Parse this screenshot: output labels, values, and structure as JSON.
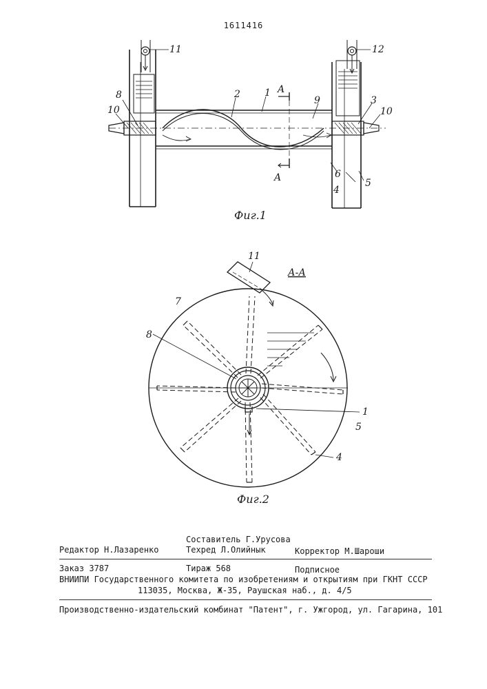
{
  "header": {
    "patent_number": "1611416"
  },
  "figures": {
    "fig1": {
      "caption": "Фиг.1",
      "labels": {
        "n1": "1",
        "n2": "2",
        "n3": "3",
        "n4": "4",
        "n5": "5",
        "n6": "6",
        "n8": "8",
        "n9": "9",
        "n10a": "10",
        "n10b": "10",
        "n11": "11",
        "n12": "12",
        "a_top": "A",
        "a_bottom": "A"
      }
    },
    "fig2": {
      "caption": "Фиг.2",
      "section": "А-А",
      "labels": {
        "n11": "11",
        "n7": "7",
        "n8": "8",
        "n1": "1",
        "n5": "5",
        "n4": "4"
      }
    }
  },
  "imprint": {
    "compiler": "Составитель Г.Урусова",
    "editor": "Редактор Н.Лазаренко",
    "techred": "Техред Л.Олийнык",
    "corrector": "Корректор М.Шароши",
    "order": "Заказ 3787",
    "circulation": "Тираж 568",
    "subscription": "Подписное",
    "org": "ВНИИПИ Государственного комитета по изобретениям и открытиям при ГКНТ СССР",
    "address": "113035, Москва, Ж-35, Раушская наб., д. 4/5",
    "printer": "Производственно-издательский комбинат \"Патент\", г. Ужгород, ул. Гагарина, 101"
  }
}
